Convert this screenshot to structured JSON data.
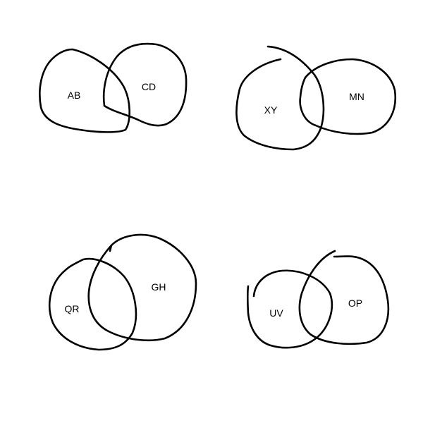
{
  "diagrams": [
    {
      "left_label": "AB",
      "right_label": "CD"
    },
    {
      "left_label": "XY",
      "right_label": "MN"
    },
    {
      "left_label": "QR",
      "right_label": "GH"
    },
    {
      "left_label": "UV",
      "right_label": "OP"
    }
  ],
  "colors": {
    "background": "#ffffff",
    "stroke": "#000000",
    "text": "#000000"
  }
}
